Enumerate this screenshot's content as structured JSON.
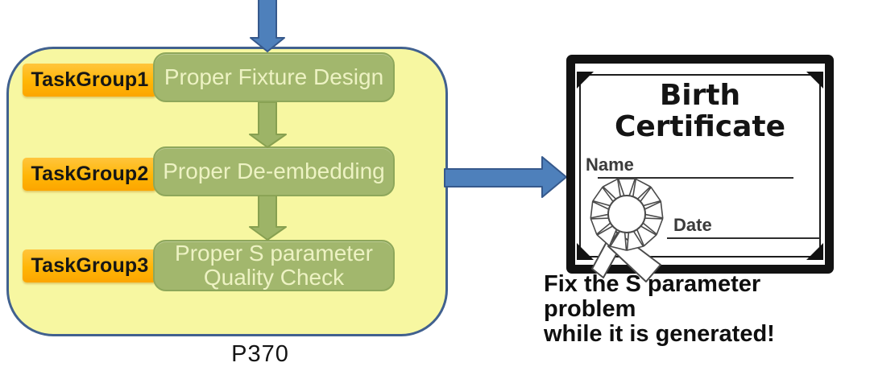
{
  "flow": {
    "container_caption": "P370",
    "groups": [
      {
        "tag": "TaskGroup1",
        "step": "Proper Fixture Design"
      },
      {
        "tag": "TaskGroup2",
        "step": "Proper De-embedding"
      },
      {
        "tag": "TaskGroup3",
        "step": "Proper S parameter\nQuality Check"
      }
    ]
  },
  "certificate": {
    "title_line1": "Birth",
    "title_line2": "Certificate",
    "name_label": "Name",
    "date_label": "Date"
  },
  "annotation": {
    "line1": "Fix the S parameter problem",
    "line2": "while it is generated!"
  },
  "icons": {
    "down_arrow_input": "blue arrow entering flow container from top",
    "down_arrow_step": "green arrow between steps",
    "right_arrow_output": "blue arrow from flow container to certificate",
    "award_rosette": "white outlined prize rosette with ribbons"
  },
  "colors": {
    "container_fill": "#f7f7a1",
    "container_border": "#41618f",
    "step_fill": "#a2b76d",
    "step_border": "#8ea75b",
    "step_text": "#edf2c3",
    "tag_fill": "#ffb606",
    "tag_text": "#161616",
    "arrow_blue_fill": "#4e80bb",
    "arrow_blue_stroke": "#36598c",
    "arrow_green_fill": "#9db467",
    "arrow_green_stroke": "#87a050",
    "certificate_ink": "#121212"
  }
}
